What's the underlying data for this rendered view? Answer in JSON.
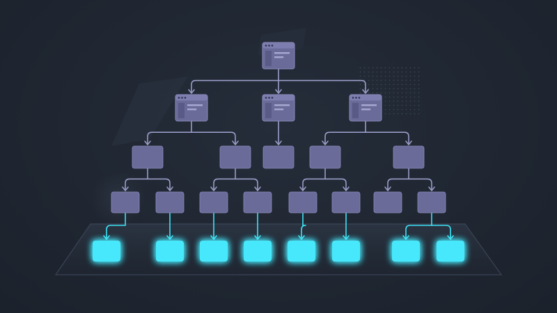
{
  "colors": {
    "background": "#1f2631",
    "node": "#6b6b9a",
    "node_dark": "#5f5f8c",
    "node_border": "#8a8ab8",
    "node_window_bar": "#7d7db0",
    "connector": "#9a9cc6",
    "leaf": "#47e8fb",
    "leaf_glow": "#1fd3ee",
    "leaf_connector": "#3ee3f7",
    "platform": "#262e3b",
    "platform_border": "#3a4456"
  },
  "icons": {
    "window_node": "browser-window-icon",
    "block_node": "square-node"
  },
  "tree": {
    "root": {
      "id": "root",
      "kind": "window"
    },
    "level1": [
      {
        "id": "l1-a",
        "kind": "window"
      },
      {
        "id": "l1-b",
        "kind": "window"
      },
      {
        "id": "l1-c",
        "kind": "window"
      }
    ],
    "level2": [
      {
        "id": "l2-a",
        "parent": "l1-a"
      },
      {
        "id": "l2-b",
        "parent": "l1-a"
      },
      {
        "id": "l2-c",
        "parent": "l1-b"
      },
      {
        "id": "l2-d",
        "parent": "l1-c"
      },
      {
        "id": "l2-e",
        "parent": "l1-c"
      }
    ],
    "level3": [
      {
        "id": "l3-a",
        "parent": "l2-a"
      },
      {
        "id": "l3-b",
        "parent": "l2-a"
      },
      {
        "id": "l3-c",
        "parent": "l2-b"
      },
      {
        "id": "l3-d",
        "parent": "l2-b"
      },
      {
        "id": "l3-e",
        "parent": "l2-d"
      },
      {
        "id": "l3-f",
        "parent": "l2-d"
      },
      {
        "id": "l3-g",
        "parent": "l2-e"
      },
      {
        "id": "l3-h",
        "parent": "l2-e"
      }
    ],
    "leaves": [
      {
        "id": "leaf-a",
        "parent": "l3-a"
      },
      {
        "id": "leaf-b",
        "parent": "l3-b"
      },
      {
        "id": "leaf-c",
        "parent": "l3-c"
      },
      {
        "id": "leaf-d",
        "parent": "l3-d"
      },
      {
        "id": "leaf-e",
        "parent": "l3-e"
      },
      {
        "id": "leaf-f",
        "parent": "l3-f"
      },
      {
        "id": "leaf-g",
        "parent": "l3-h"
      },
      {
        "id": "leaf-h",
        "parent": "l3-h"
      }
    ]
  }
}
